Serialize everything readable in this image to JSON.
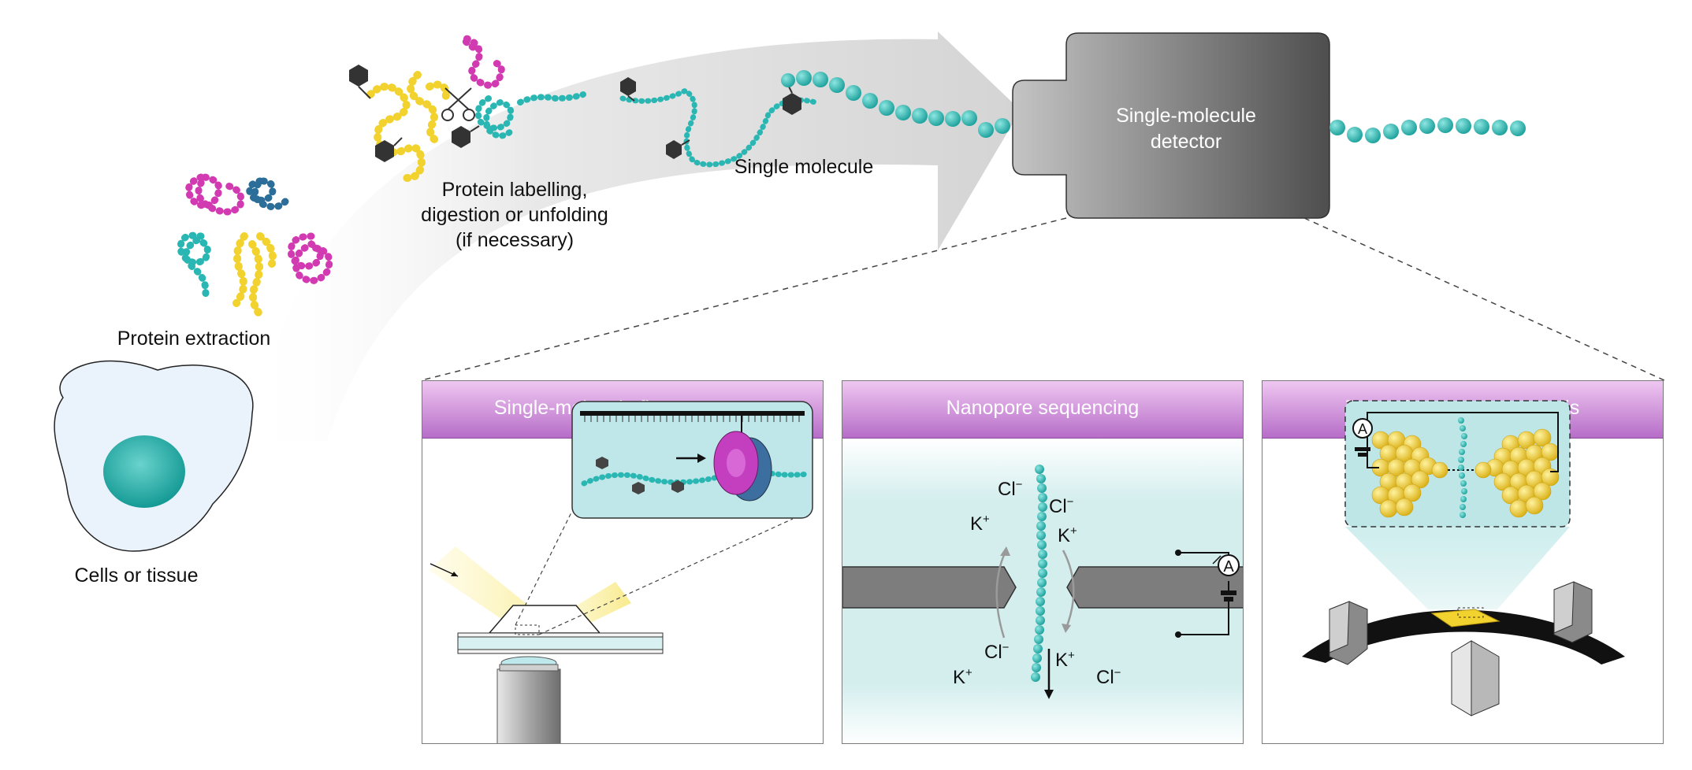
{
  "labels": {
    "cells": "Cells or tissue",
    "extraction": "Protein extraction",
    "labelling": [
      "Protein labelling,",
      "digestion or unfolding",
      "(if necessary)"
    ],
    "single_molecule": "Single molecule",
    "detector": [
      "Single-molecule",
      "detector"
    ]
  },
  "panels": [
    {
      "title": "Single-molecule fluorescence"
    },
    {
      "title": "Nanopore sequencing"
    },
    {
      "title": "Tunnelling current analysis"
    }
  ],
  "ions": {
    "cl": "Cl",
    "k": "K",
    "minus": "−",
    "plus": "+"
  },
  "meter": "A",
  "colors": {
    "teal": "#2ab7b3",
    "magenta": "#d13ab0",
    "yellow": "#f2d22e",
    "navy": "#2b6e9a",
    "panel_header": "#c481d1",
    "detector": "#8e8e8e"
  }
}
